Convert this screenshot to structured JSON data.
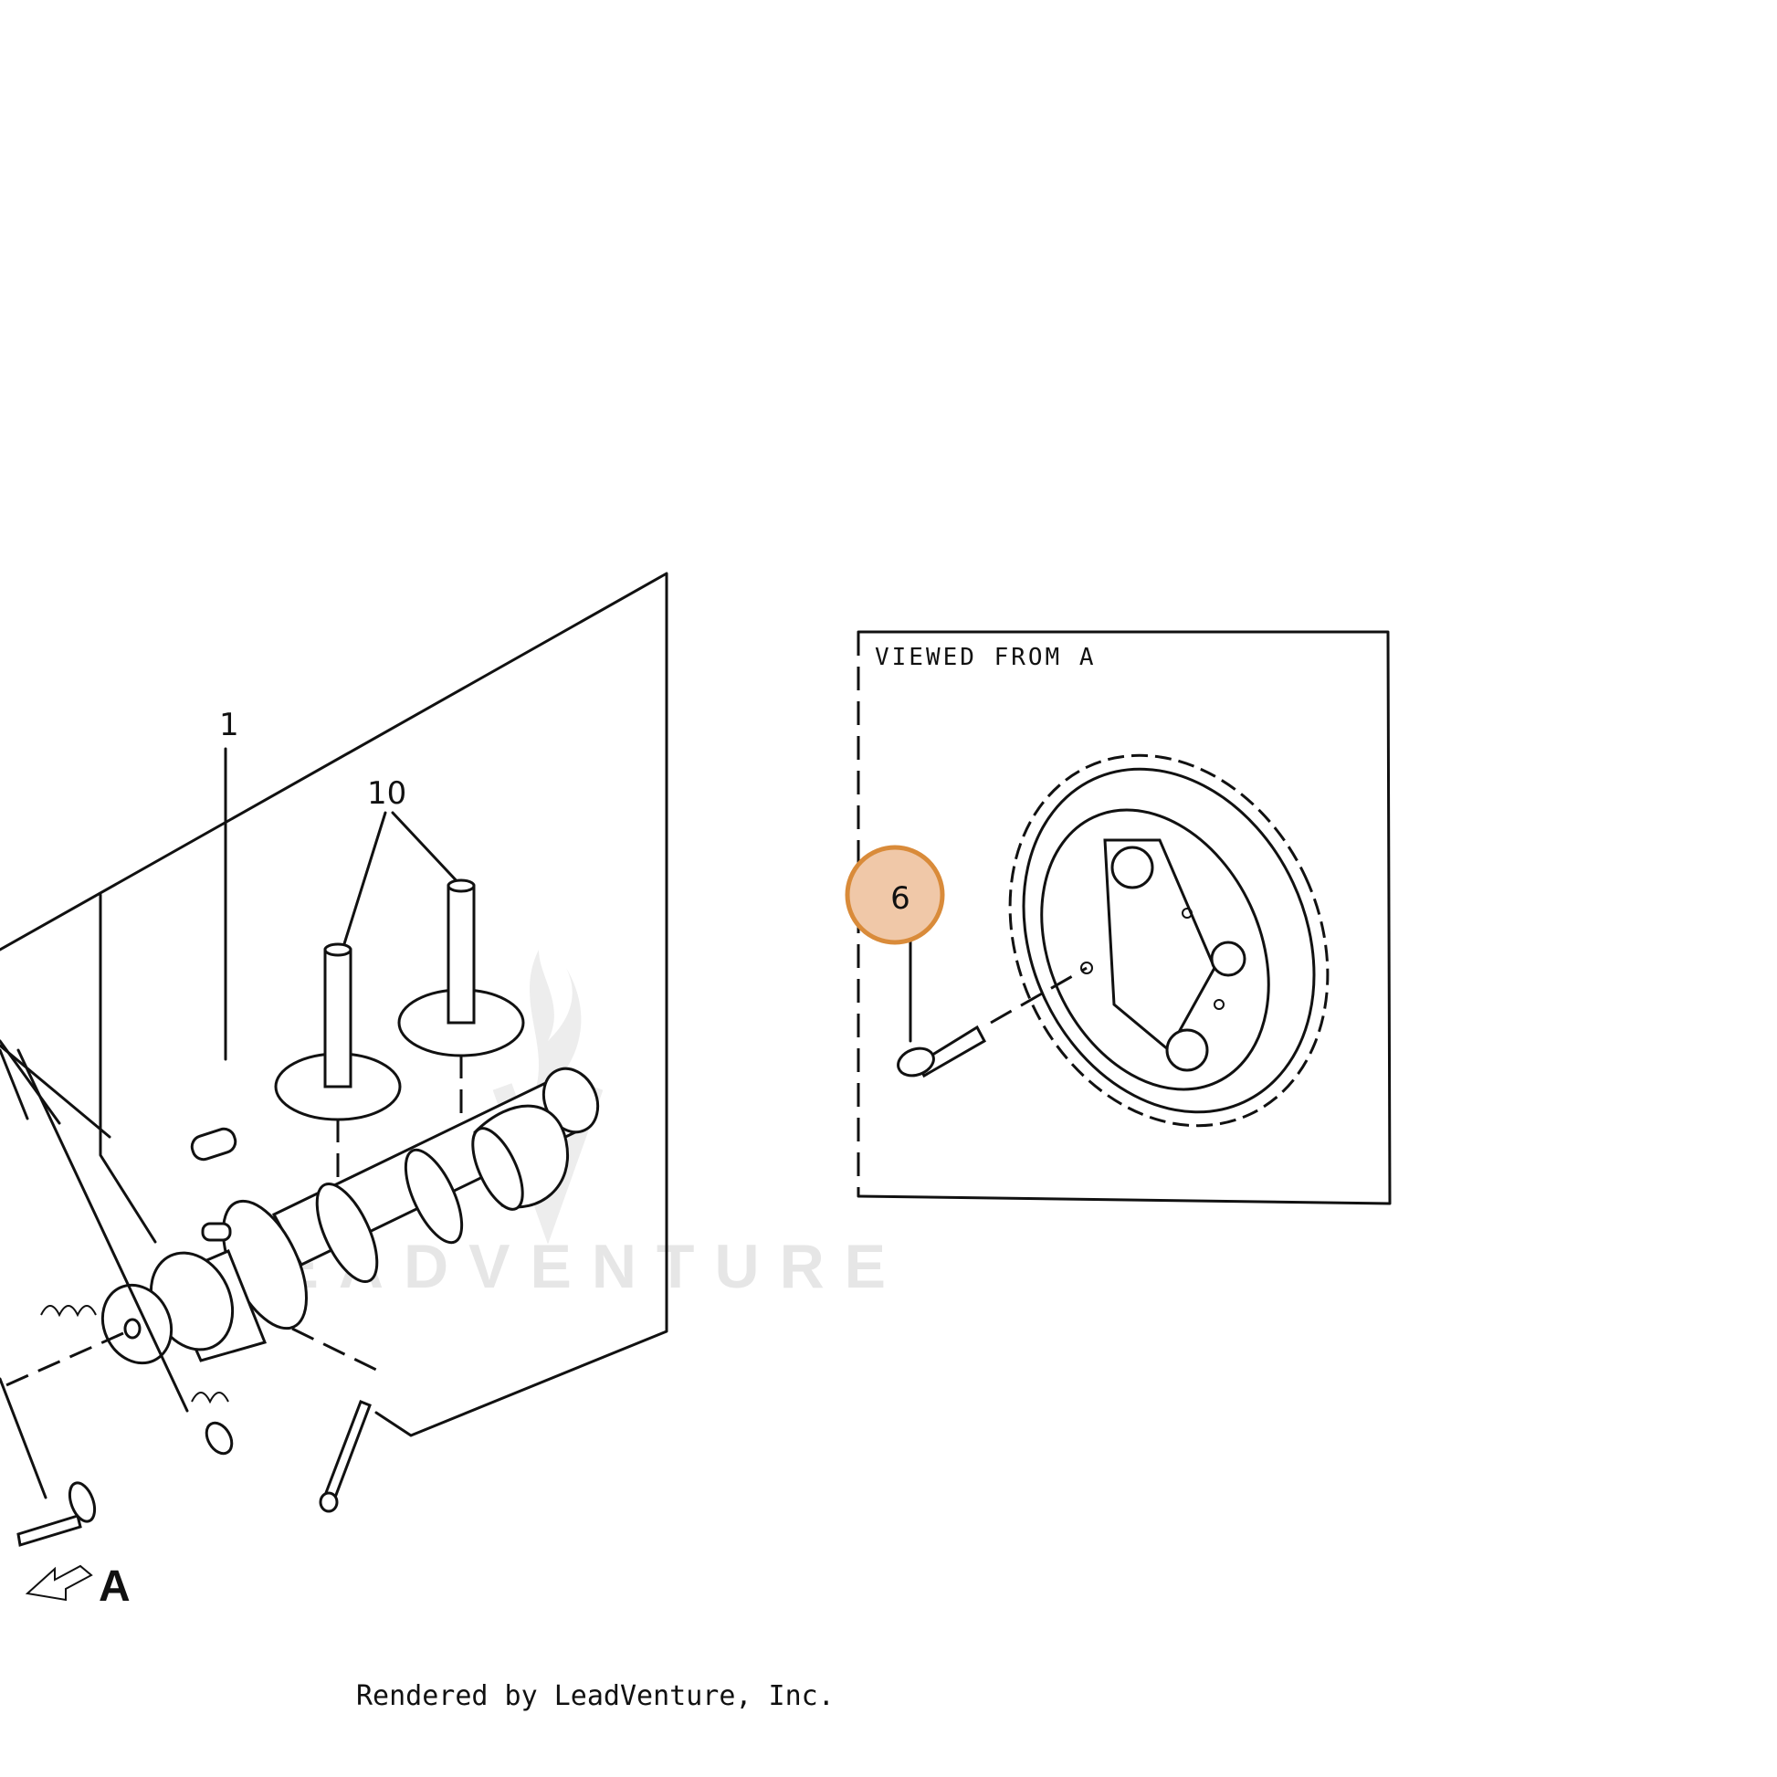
{
  "diagram": {
    "callouts": {
      "c1": "1",
      "c10": "10",
      "c6": "6"
    },
    "panel_title": "VIEWED FROM A",
    "view_letter": "A",
    "watermark": "LEADVENTURE",
    "footer": "Rendered by LeadVenture, Inc.",
    "highlight_color": "#f0c8a8",
    "highlight_stroke": "#d98b3a"
  }
}
